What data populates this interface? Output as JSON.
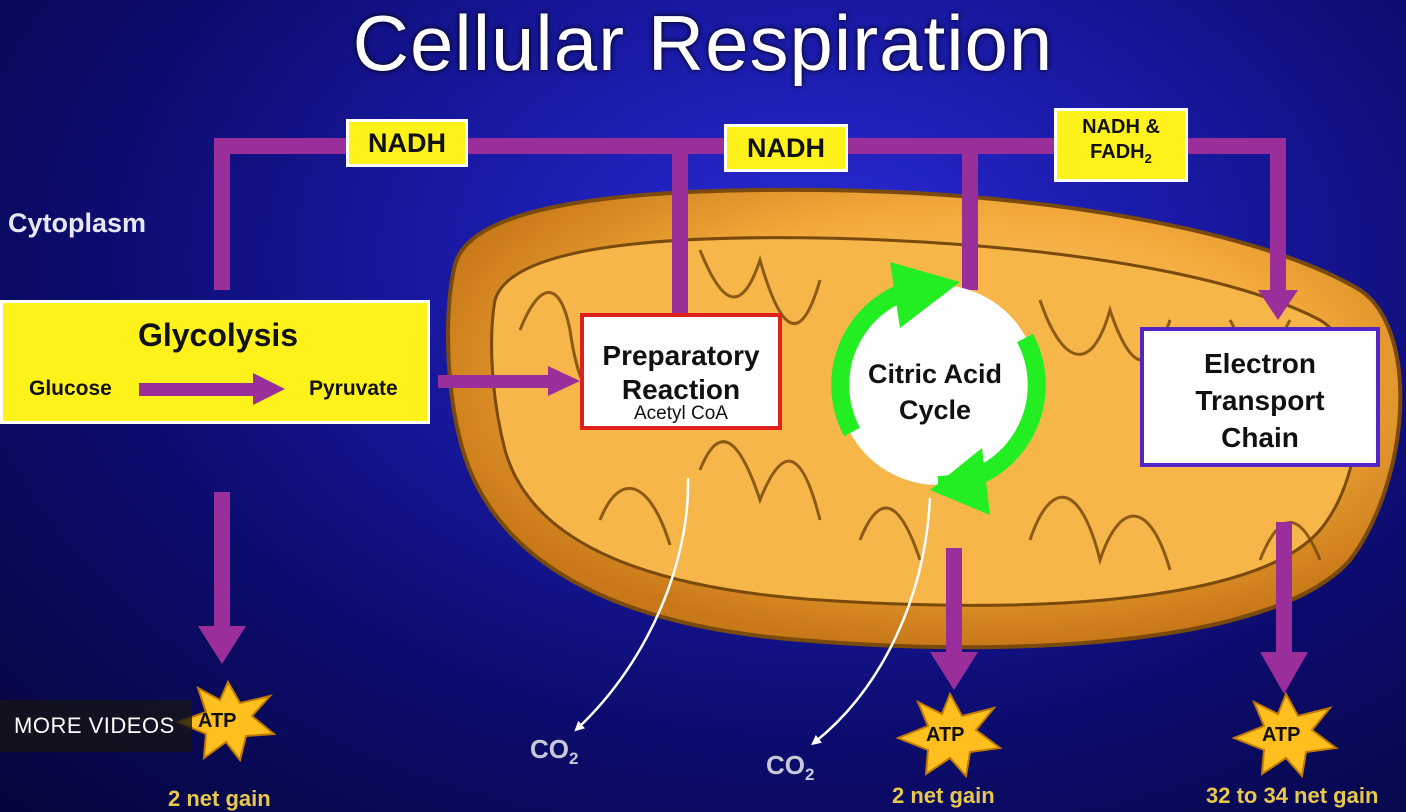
{
  "title": "Cellular Respiration",
  "region_label": "Cytoplasm",
  "nadh_labels": [
    "NADH",
    "NADH"
  ],
  "nadh_fadh_label": {
    "line1": "NADH &",
    "line2_base": "FADH",
    "line2_sub": "2"
  },
  "glycolysis": {
    "title": "Glycolysis",
    "input": "Glucose",
    "output": "Pyruvate"
  },
  "preparatory": {
    "line1": "Preparatory",
    "line2": "Reaction",
    "product": "Acetyl CoA"
  },
  "citric": {
    "line1": "Citric Acid",
    "line2": "Cycle"
  },
  "etc": {
    "line1": "Electron",
    "line2": "Transport",
    "line3": "Chain"
  },
  "co2": {
    "base": "CO",
    "sub": "2"
  },
  "atp_label": "ATP",
  "gains": [
    "2 net gain",
    "2 net gain",
    "32 to 34 net gain"
  ],
  "overlay": {
    "more_videos": "MORE VIDEOS"
  },
  "colors": {
    "arrow": "#9a2e9a",
    "label_fill": "#fff21a",
    "mitochondrion": "#f0a030",
    "cycle": "#22ee22",
    "prep_border": "#e0201c",
    "etc_border": "#5524c8"
  }
}
